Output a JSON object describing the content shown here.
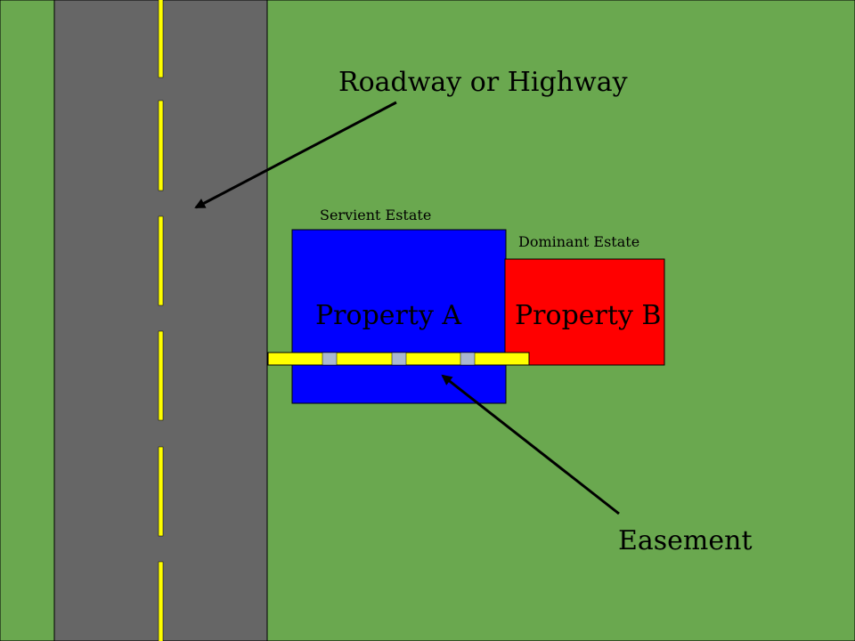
{
  "labels": {
    "road": "Roadway or Highway",
    "servient": "Servient Estate",
    "dominant": "Dominant Estate",
    "property_a": "Property A",
    "property_b": "Property B",
    "easement": "Easement"
  },
  "colors": {
    "grass": "#6aa84f",
    "road": "#666666",
    "road_line": "#ffff00",
    "property_a": "#0000ff",
    "property_b": "#ff0000",
    "easement": "#ffff00",
    "easement_tile": "#a9b7d1",
    "arrow": "#000000",
    "text": "#000000"
  }
}
